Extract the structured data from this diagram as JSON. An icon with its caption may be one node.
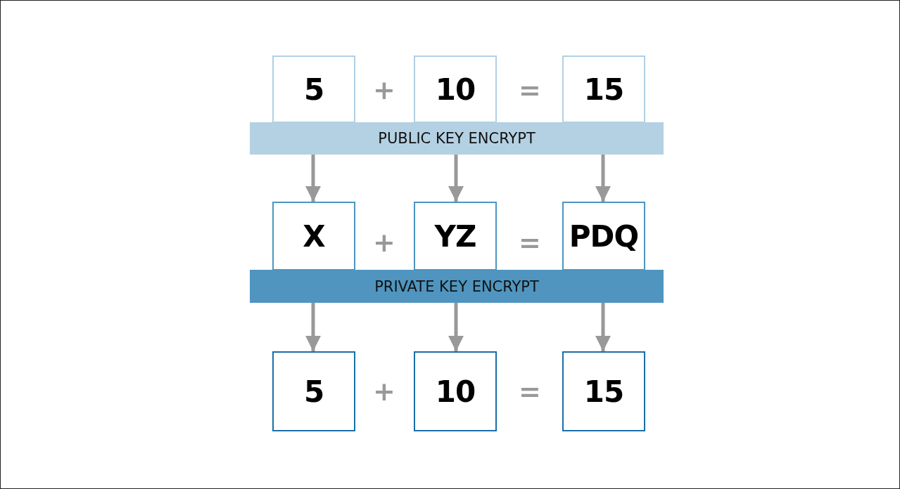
{
  "diagram": {
    "nodes": [
      {
        "text": [
          "5"
        ]
      },
      {
        "text": [
          "10"
        ]
      },
      {
        "text": [
          "15"
        ]
      },
      {
        "text": [
          "PUBLIC KEY ENCRYPT"
        ]
      },
      {
        "text": [
          "X"
        ]
      },
      {
        "text": [
          "YZ"
        ]
      },
      {
        "text": [
          "PDQ"
        ]
      },
      {
        "text": [
          "PRIVATE KEY ENCRYPT"
        ]
      },
      {
        "text": [
          "5"
        ]
      },
      {
        "text": [
          "10"
        ]
      },
      {
        "text": [
          "15"
        ]
      }
    ],
    "edges": [
      {
        "from": 3,
        "to": 4,
        "arrow": "to"
      },
      {
        "from": 3,
        "to": 5,
        "arrow": "to"
      },
      {
        "from": 3,
        "to": 6,
        "arrow": "to"
      },
      {
        "from": 7,
        "to": 8,
        "arrow": "to"
      },
      {
        "from": 7,
        "to": 9,
        "arrow": "to"
      },
      {
        "from": 7,
        "to": 10,
        "arrow": "to"
      }
    ],
    "labels": [
      "+",
      "=",
      "+",
      "=",
      "+",
      "="
    ]
  }
}
